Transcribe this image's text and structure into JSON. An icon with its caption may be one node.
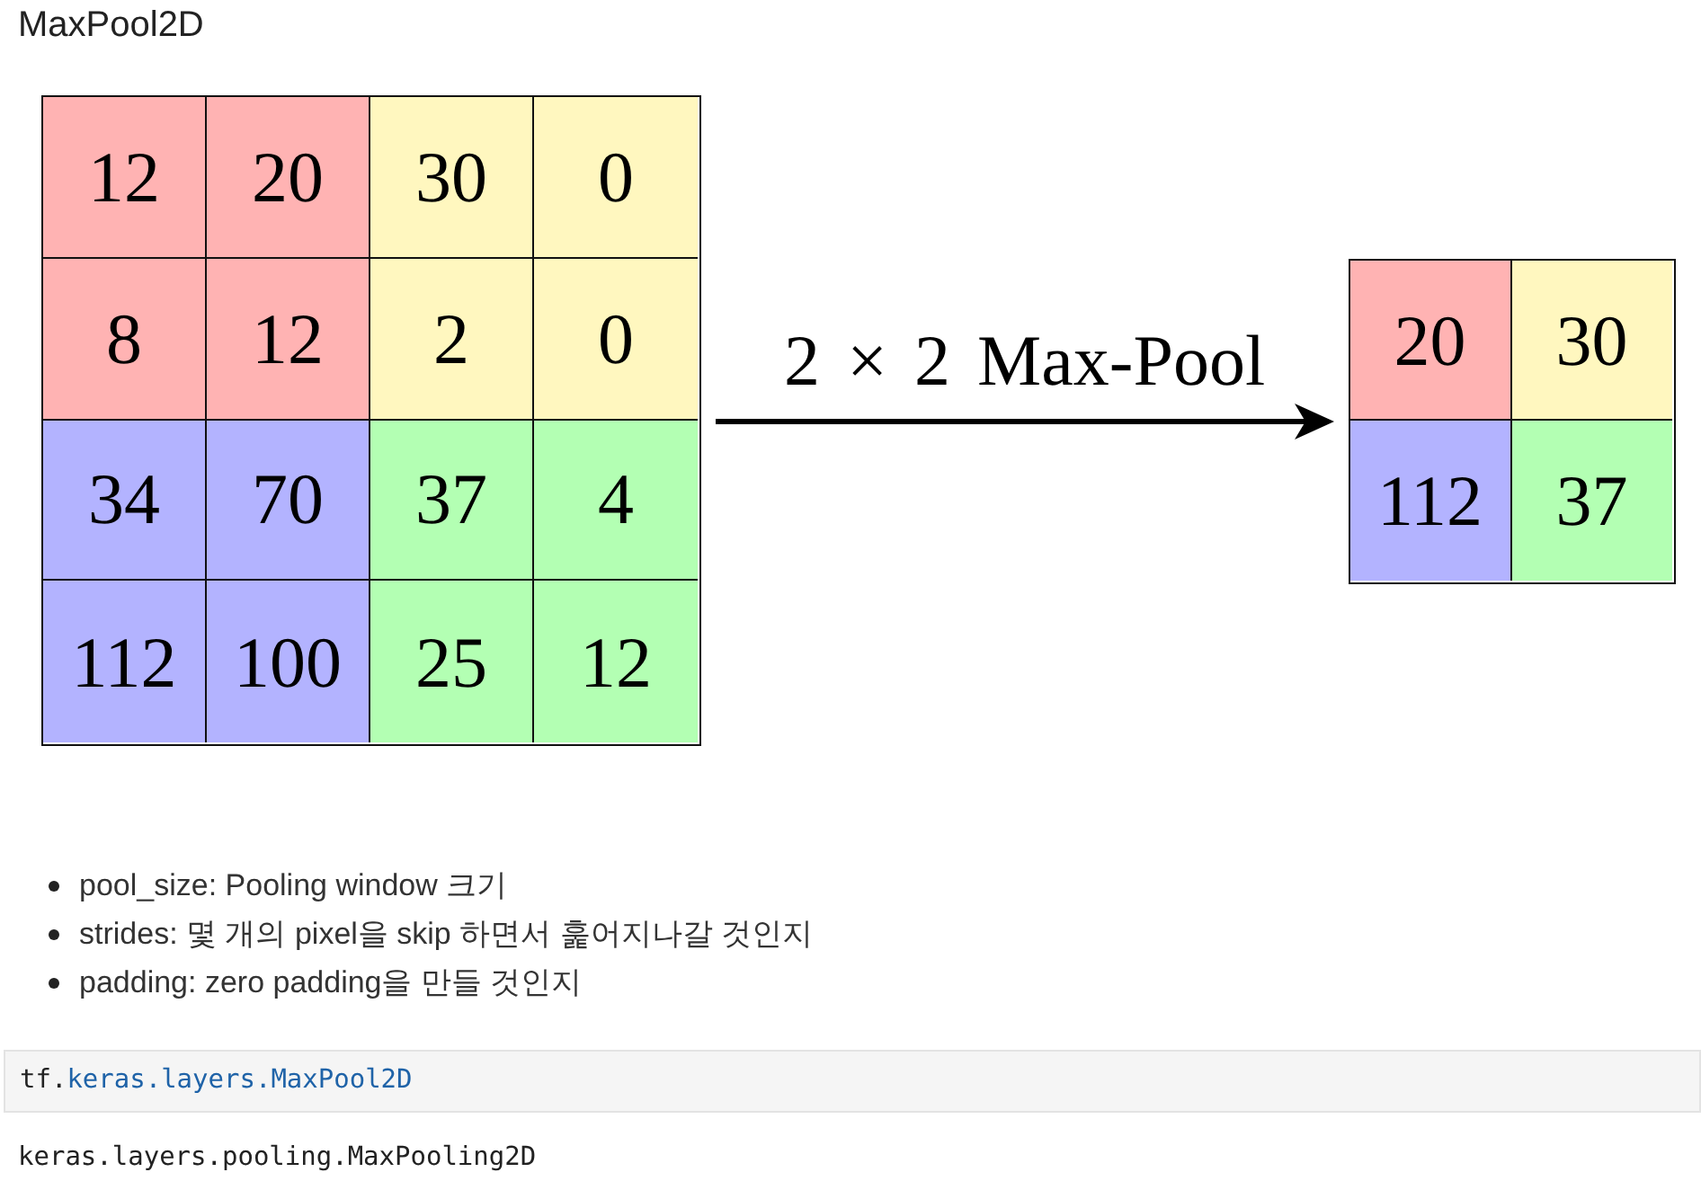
{
  "diagram": {
    "title": "MaxPool2D",
    "nodes": [
      {
        "text": [],
        "shape": "box"
      },
      {
        "text": [
          "12"
        ],
        "in": 0
      },
      {
        "text": [
          "20"
        ],
        "in": 0
      },
      {
        "text": [
          "30"
        ],
        "in": 0
      },
      {
        "text": [
          "0"
        ],
        "in": 0
      },
      {
        "text": [
          "8"
        ],
        "in": 0
      },
      {
        "text": [
          "12"
        ],
        "in": 0
      },
      {
        "text": [
          "2"
        ],
        "in": 0
      },
      {
        "text": [
          "0"
        ],
        "in": 0
      },
      {
        "text": [
          "34"
        ],
        "in": 0
      },
      {
        "text": [
          "70"
        ],
        "in": 0
      },
      {
        "text": [
          "37"
        ],
        "in": 0
      },
      {
        "text": [
          "4"
        ],
        "in": 0
      },
      {
        "text": [
          "112"
        ],
        "in": 0
      },
      {
        "text": [
          "100"
        ],
        "in": 0
      },
      {
        "text": [
          "25"
        ],
        "in": 0
      },
      {
        "text": [
          "12"
        ],
        "in": 0
      },
      {
        "text": [],
        "shape": "box"
      },
      {
        "text": [
          "20"
        ],
        "in": 17
      },
      {
        "text": [
          "30"
        ],
        "in": 17
      },
      {
        "text": [
          "112"
        ],
        "in": 17
      },
      {
        "text": [
          "37"
        ],
        "in": 17
      }
    ],
    "edges": [
      {
        "from": 0,
        "to": 17,
        "arrow": "to",
        "label": "2 × 2 Max-Pool"
      }
    ],
    "labels": [
      "pool_size: Pooling window 크기",
      "strides: 몇 개의 pixel을 skip 하면서 훑어지나갈 것인지",
      "padding: zero padding을 만들 것인지",
      "tf.keras.layers.MaxPool2D",
      "keras.layers.pooling.MaxPooling2D"
    ]
  }
}
